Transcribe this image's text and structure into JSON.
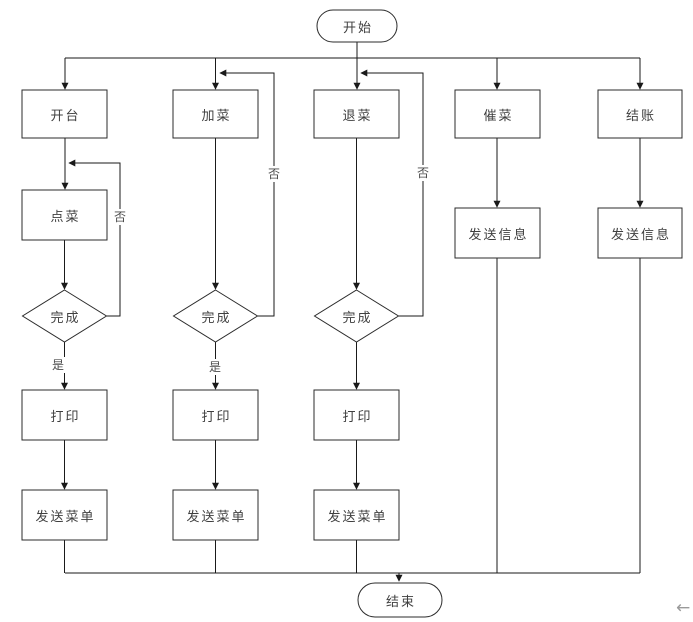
{
  "nodes": {
    "start": "开始",
    "open_table": "开台",
    "add_dish": "加菜",
    "return_dish": "退菜",
    "urge_dish": "催菜",
    "checkout": "结账",
    "order_dish": "点菜",
    "complete_open": "完成",
    "complete_add": "完成",
    "complete_return": "完成",
    "print_open": "打印",
    "print_add": "打印",
    "print_return": "打印",
    "send_menu_open": "发送菜单",
    "send_menu_add": "发送菜单",
    "send_menu_return": "发送菜单",
    "send_info_urge": "发送信息",
    "send_info_checkout": "发送信息",
    "end": "结束"
  },
  "edge_labels": {
    "no_open": "否",
    "no_add": "否",
    "no_return": "否",
    "yes_open": "是",
    "yes_add": "是"
  },
  "icons": {
    "back_arrow": "←"
  },
  "colors": {
    "line": "#1a1a1a",
    "shape_border": "#2b2b2b",
    "shape_fill": "#ffffff",
    "text": "#3f3f3f",
    "background": "#ffffff",
    "back_arrow_gray": "#9a9a9a"
  }
}
